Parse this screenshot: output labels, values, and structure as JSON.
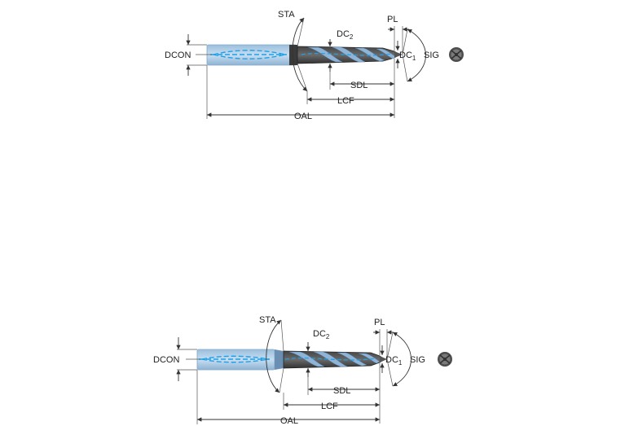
{
  "diagrams": [
    {
      "labels": {
        "sta": "STA",
        "dc2": "DC",
        "dc2_sub": "2",
        "pl": "PL",
        "dcon": "DCON",
        "dc1": "DC",
        "dc1_sub": "1",
        "sig": "SIG",
        "sdl": "SDL",
        "lcf": "LCF",
        "oal": "OAL"
      }
    },
    {
      "labels": {
        "sta": "STA",
        "dc2": "DC",
        "dc2_sub": "2",
        "pl": "PL",
        "dcon": "DCON",
        "dc1": "DC",
        "dc1_sub": "1",
        "sig": "SIG",
        "sdl": "SDL",
        "lcf": "LCF",
        "oal": "OAL"
      }
    }
  ],
  "colors": {
    "shank": "#a9c9e4",
    "shank_edge": "#7fa6c8",
    "body": "#2a2a2a",
    "flute": "#8fb4d6",
    "coolant": "#1fa0e8",
    "icon": "#4d4d4d"
  }
}
